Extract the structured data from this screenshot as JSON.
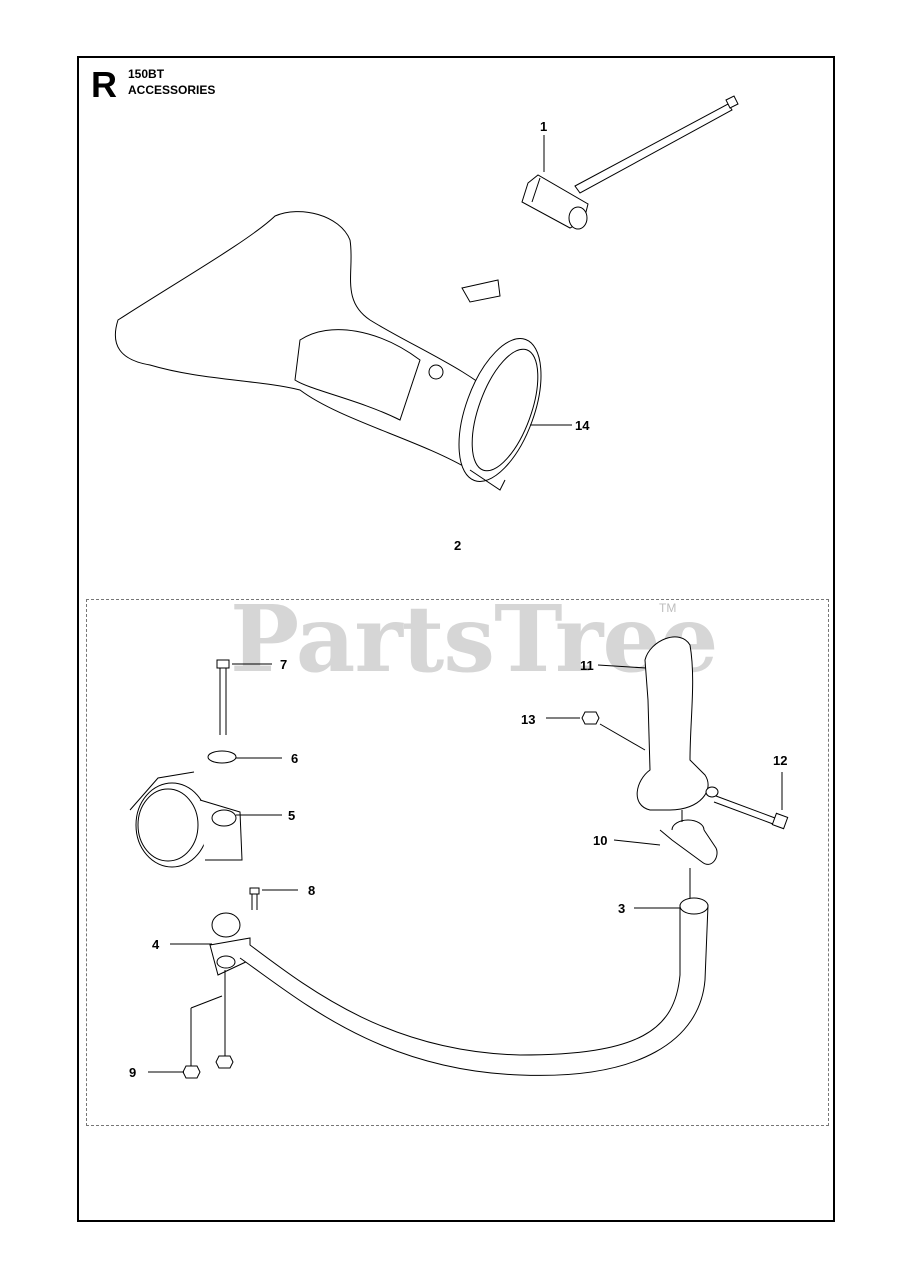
{
  "header": {
    "section_letter": "R",
    "model": "150BT",
    "section_title": "ACCESSORIES"
  },
  "watermark": {
    "text": "PartsTree",
    "trademark": "TM"
  },
  "callouts": {
    "c1": "1",
    "c2": "2",
    "c3": "3",
    "c4": "4",
    "c5": "5",
    "c6": "6",
    "c7": "7",
    "c8": "8",
    "c9": "9",
    "c10": "10",
    "c11": "11",
    "c12": "12",
    "c13": "13",
    "c14": "14"
  }
}
